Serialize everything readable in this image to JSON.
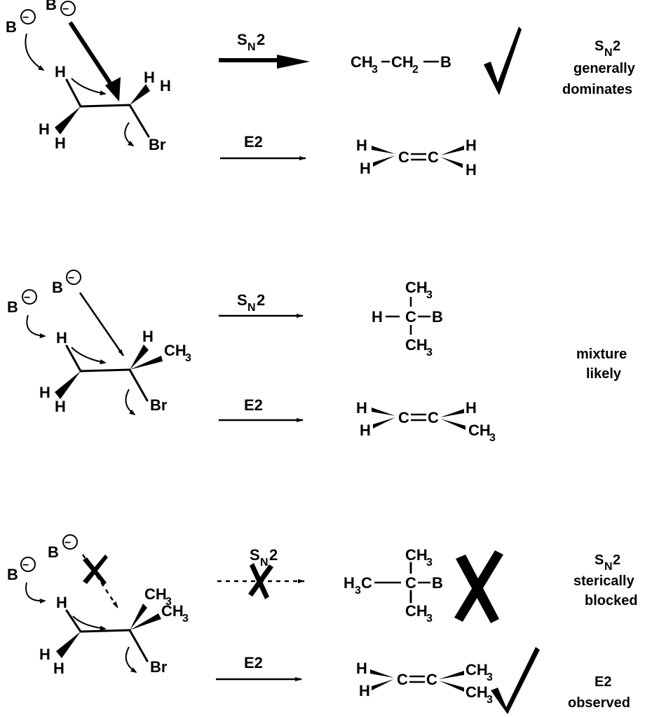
{
  "labels": {
    "base": "B",
    "hydrogen": "H",
    "bromine": "Br",
    "methyl": "CH",
    "three": "3",
    "two": "2",
    "carbon": "C",
    "sn2_main": "S",
    "sn2_sub": "N",
    "sn2_num": "2",
    "e2": "E2",
    "ethyl_part1": "CH",
    "ethyl_part2": "CH",
    "h3c": "H",
    "minus": "−"
  },
  "notes": {
    "row1_line1": "S",
    "row1_line1_sub": "N",
    "row1_line1_num": "2",
    "row1_line2": "generally",
    "row1_line3": "dominates",
    "row2_line1": "mixture",
    "row2_line2": "likely",
    "row3_line1": "S",
    "row3_line1_sub": "N",
    "row3_line1_num": "2",
    "row3_line2": "sterically",
    "row3_line3": "blocked",
    "row4_line1": "E2",
    "row4_line2": "observed"
  }
}
